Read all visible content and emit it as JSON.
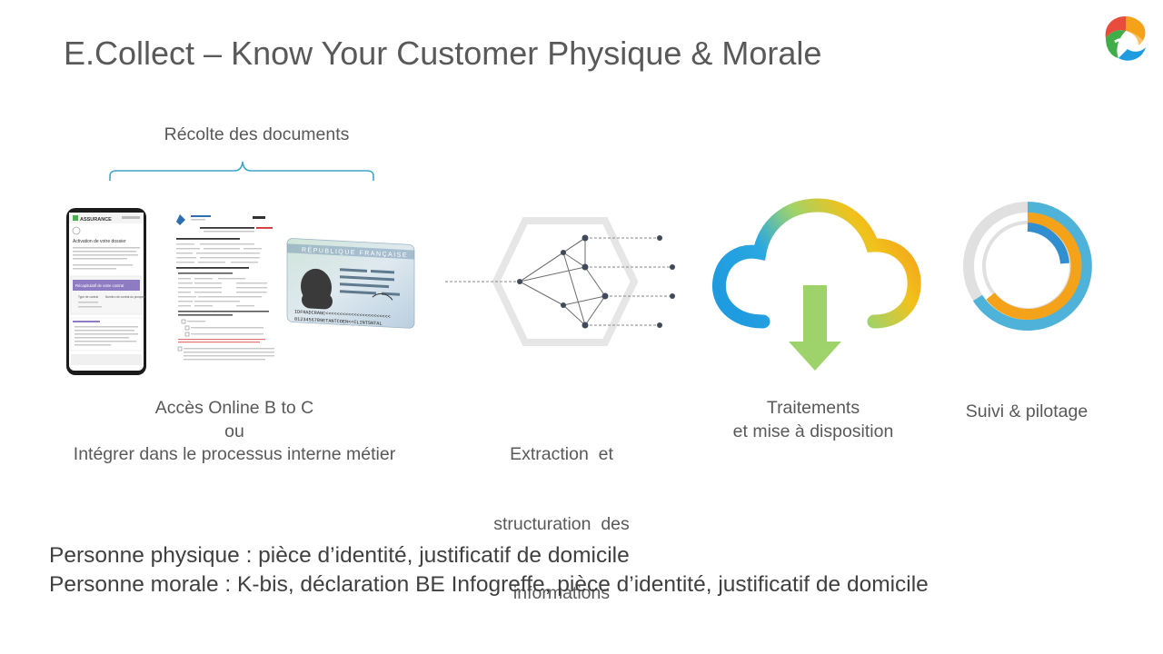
{
  "title": "E.Collect – Know Your Customer Physique & Morale",
  "brace_label": "Récolte des documents",
  "phone": {
    "brand": "ASSURANCE",
    "heading": "Activation de votre dossier",
    "banner": "Récapitulatif de votre contrat",
    "row_label_1": "Type de contrat",
    "row_label_2": "Numéro de contrat du prospect"
  },
  "id_card": {
    "header": "RÉPUBLIQUE FRANÇAISE",
    "mrz_line_1": "IDFRADCRANC<<<<<<<<<<<<<<<<<<<<<<<",
    "mrz_line_2": "0123456789ETANTCOEN<<CLINTSNTAL"
  },
  "steps": [
    {
      "lines": [
        "Accès Online B to C",
        "ou",
        "Intégrer dans le processus interne métier"
      ]
    },
    {
      "lines": [
        "Extraction  et",
        "structuration  des",
        "informations"
      ]
    },
    {
      "lines": [
        "Traitements",
        "et mise à disposition"
      ]
    },
    {
      "lines": [
        "Suivi & pilotage"
      ]
    }
  ],
  "bottom_lines": [
    "Personne physique : pièce d’identité, justificatif de domicile",
    "Personne morale : K-bis, déclaration BE Infogreffe, pièce d’identité, justificatif de domicile"
  ],
  "colors": {
    "text": "#595959",
    "brace": "#41a6c9",
    "hexagon": "#e6e6e6",
    "node": "#3f4a5a",
    "cloud_blue": "#1f9be0",
    "cloud_green": "#9ed36b",
    "cloud_yellow": "#f1c21b",
    "cloud_orange": "#f5a21b",
    "arrow_green": "#9ed36b",
    "ring_blue": "#2f8fd0",
    "ring_orange": "#f5a21b",
    "ring_cyan": "#4fb3d9",
    "ring_grey": "#e0e0e0"
  },
  "icons": [
    "logo-icon",
    "phone-icon",
    "form-document-icon",
    "id-card-icon",
    "network-hexagon-icon",
    "cloud-download-icon",
    "donut-chart-icon"
  ]
}
